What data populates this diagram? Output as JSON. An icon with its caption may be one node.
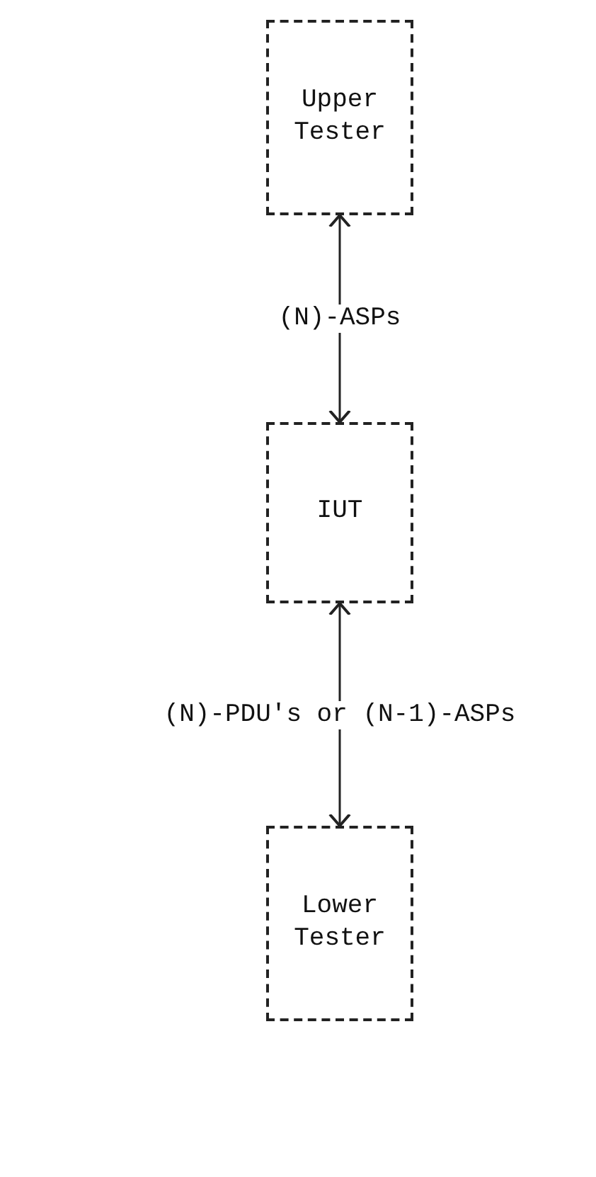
{
  "diagram": {
    "nodes": [
      {
        "text": [
          "Upper Tester"
        ]
      },
      {
        "text": [
          "IUT"
        ]
      },
      {
        "text": [
          "Lower Tester"
        ]
      }
    ],
    "edges": [
      {
        "from": 0,
        "to": 1,
        "arrow": "both",
        "label": "(N)-ASPs"
      },
      {
        "from": 1,
        "to": 2,
        "arrow": "both",
        "label": "(N)-PDU's or (N-1)-ASPs"
      }
    ]
  }
}
